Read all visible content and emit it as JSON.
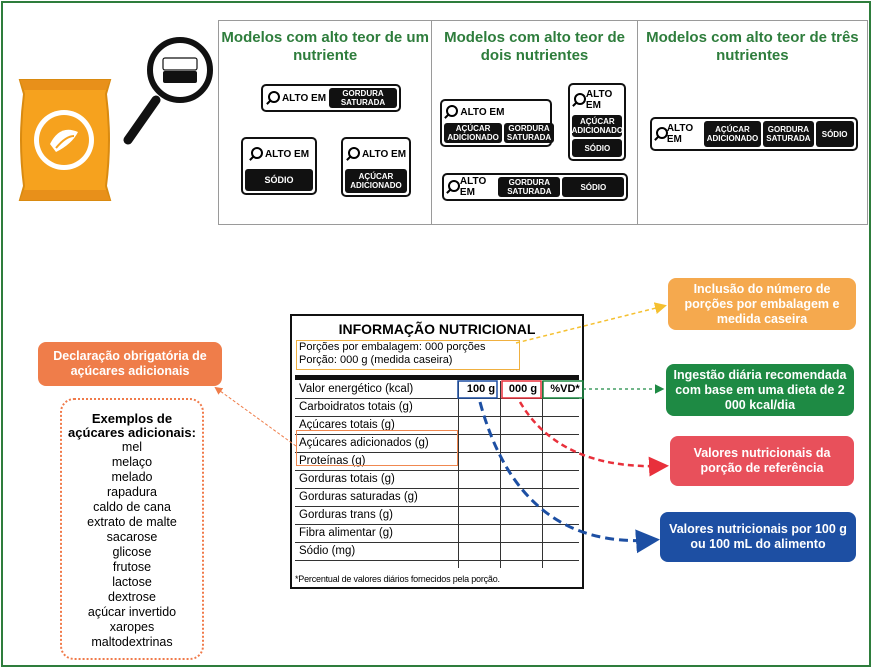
{
  "models": {
    "columns": [
      {
        "title": "Modelos com alto teor de um nutriente"
      },
      {
        "title": "Modelos com alto teor de dois nutrientes"
      },
      {
        "title": "Modelos com alto teor de três nutrientes"
      }
    ],
    "alto_em": "ALTO EM",
    "nutrients": {
      "gordura": "GORDURA\nSATURADA",
      "acucar": "AÇÚCAR\nADICIONADO",
      "sodio": "SÓDIO"
    }
  },
  "nutrition_table": {
    "title": "INFORMAÇÃO NUTRICIONAL",
    "portion_line1": "Porções por embalagem: 000 porções",
    "portion_line2": "Porção: 000 g (medida caseira)",
    "headers": [
      "100 g",
      "000 g",
      "%VD*"
    ],
    "rows": [
      "Valor energético (kcal)",
      "Carboidratos totais (g)",
      "Açúcares totais (g)",
      "Açúcares adicionados (g)",
      "Proteínas (g)",
      "Gorduras totais (g)",
      "Gorduras saturadas (g)",
      "Gorduras trans (g)",
      "Fibra alimentar (g)",
      "Sódio (mg)"
    ],
    "footnote": "*Percentual de valores diários fornecidos pela porção."
  },
  "callouts": {
    "declaracao": "Declaração obrigatória de açúcares adicionais",
    "porcoes": "Inclusão do número de porções por embalagem e medida caseira",
    "ingestao": "Ingestão diária recomendada com base em uma dieta de 2 000 kcal/dia",
    "referencia": "Valores nutricionais da porção de referência",
    "por100": "Valores nutricionais por 100 g ou 100 mL do alimento"
  },
  "examples": {
    "title": "Exemplos de açúcares adicionais:",
    "items": [
      "mel",
      "melaço",
      "melado",
      "rapadura",
      "caldo de cana",
      "extrato de malte",
      "sacarose",
      "glicose",
      "frutose",
      "lactose",
      "dextrose",
      "açúcar invertido",
      "xaropes",
      "maltodextrinas"
    ]
  },
  "colors": {
    "green": "#2e7d3c",
    "orange_light": "#f5a94e",
    "orange": "#ef7d4a",
    "teal_green": "#1e8a44",
    "red": "#e8505b",
    "blue": "#1d4fa3"
  },
  "icons": [
    "magnifier-icon",
    "chips-pack-icon"
  ]
}
